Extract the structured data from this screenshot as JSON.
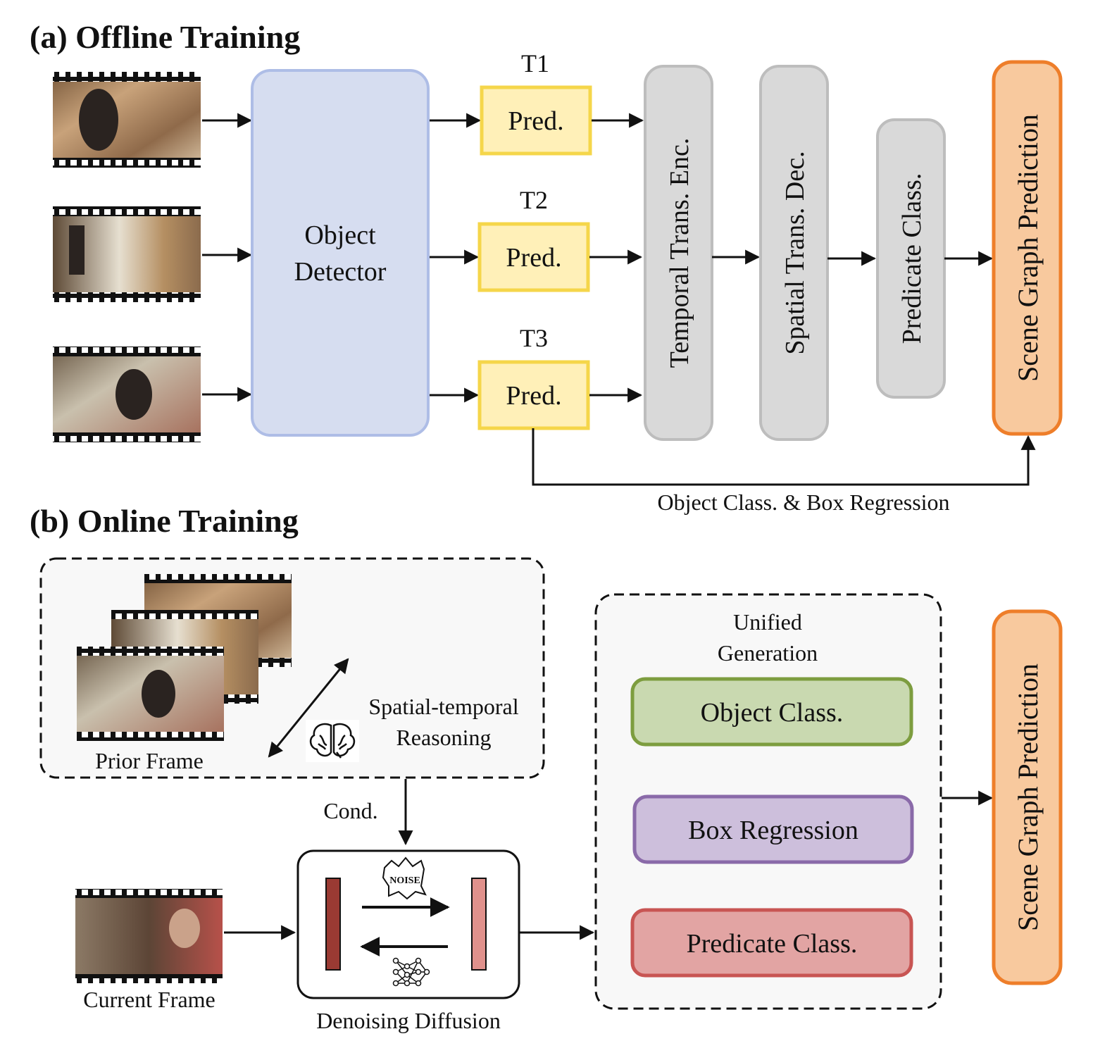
{
  "section_a": {
    "title": "(a) Offline Training",
    "object_detector": [
      "Object",
      "Detector"
    ],
    "time_steps": [
      "T1",
      "T2",
      "T3"
    ],
    "pred_label": "Pred.",
    "temporal_encoder": "Temporal Trans. Enc.",
    "spatial_decoder": "Spatial Trans. Dec.",
    "predicate_classifier": "Predicate Class.",
    "scene_graph_prediction": "Scene Graph Prediction",
    "skip_connection_label": "Object Class. & Box Regression"
  },
  "section_b": {
    "title": "(b) Online Training",
    "prior_frame_label": "Prior Frame",
    "reasoning_label": [
      "Spatial-temporal",
      "Reasoning"
    ],
    "cond_label": "Cond.",
    "current_frame_label": "Current Frame",
    "noise_label": "NOISE",
    "denoising_label": "Denoising Diffusion",
    "unified_generation_title": [
      "Unified",
      "Generation"
    ],
    "object_class": "Object Class.",
    "box_regression": "Box Regression",
    "predicate_class": "Predicate Class.",
    "scene_graph_prediction": "Scene Graph Prediction"
  },
  "colors": {
    "detector_fill": "#d6ddf0",
    "detector_stroke": "#aebde6",
    "pred_fill": "#fff0b8",
    "pred_stroke": "#f5d64a",
    "gray_fill": "#d9d9d9",
    "gray_stroke": "#bdbdbd",
    "scene_fill": "#f8c99e",
    "scene_stroke": "#ee7e2a",
    "object_fill": "#c9d9b0",
    "object_stroke": "#7d9d3f",
    "box_fill": "#cdbfdc",
    "box_stroke": "#8a6aa9",
    "predicate_fill": "#e2a4a3",
    "predicate_stroke": "#c85553",
    "dark_bar": "#9a3a33",
    "light_bar": "#e0918c"
  }
}
